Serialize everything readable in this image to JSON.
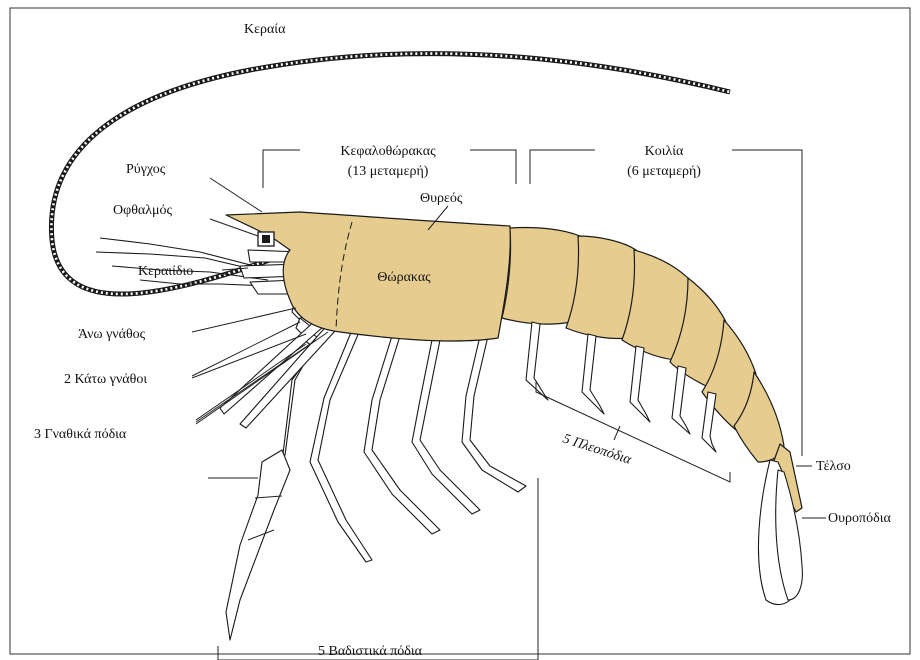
{
  "figure": {
    "body_color": "#e6cd8f",
    "outline_color": "#1a1a1a",
    "labels": {
      "antenna": "Κεραία",
      "cephalothorax": "Κεφαλοθώρακας",
      "cephalothorax_segments": "(13 μεταμερή)",
      "abdomen": "Κοιλία",
      "abdomen_segments": "(6 μεταμερή)",
      "rostrum": "Ρύγχος",
      "eye": "Οφθαλμός",
      "carapace": "Θυρεός",
      "thorax": "Θώρακας",
      "antennule": "Κεραιίδιο",
      "mandible": "Άνω γνάθος",
      "maxillae": "2 Κάτω γνάθοι",
      "maxillipeds": "3 Γναθικά πόδια",
      "pleopods": "5 Πλεοπόδια",
      "telson": "Τέλσο",
      "uropods": "Ουροπόδια",
      "walking_legs": "5 Βαδιστικά πόδια"
    }
  }
}
